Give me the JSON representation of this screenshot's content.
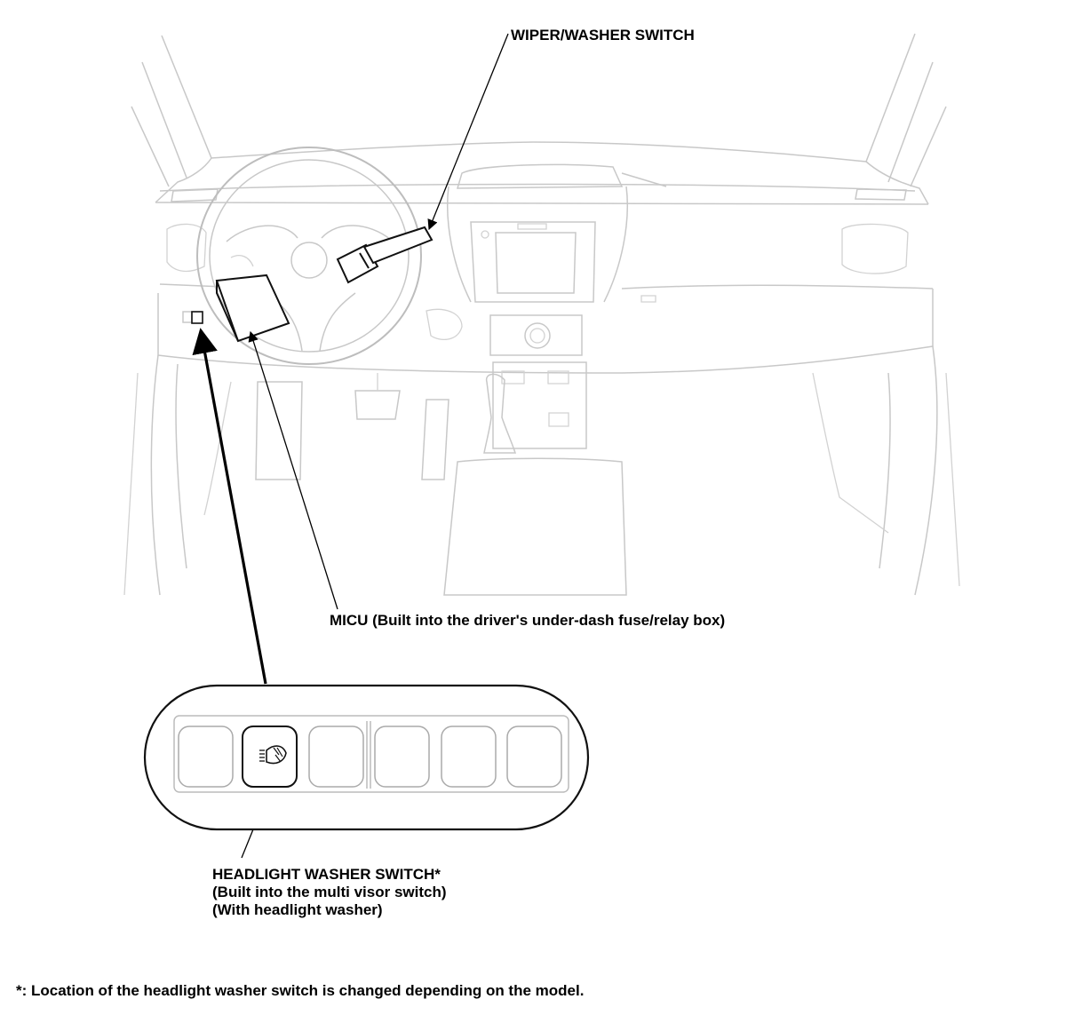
{
  "labels": {
    "wiper_washer_switch": "WIPER/WASHER SWITCH",
    "micu": "MICU (Built into the driver's under-dash fuse/relay box)",
    "headlight_washer_switch_line1": "HEADLIGHT WASHER SWITCH*",
    "headlight_washer_switch_line2": "(Built into the multi visor switch)",
    "headlight_washer_switch_line3": "(With headlight washer)"
  },
  "footnote": "*: Location of the headlight washer switch is changed depending on the model.",
  "icons": {
    "headlight_washer": "headlight-washer-icon"
  },
  "colors": {
    "line_art": "#c8c8c8",
    "highlight": "#111111",
    "text": "#000000"
  }
}
